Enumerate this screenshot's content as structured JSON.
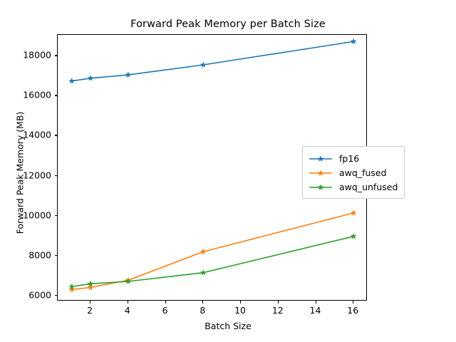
{
  "chart_data": {
    "type": "line",
    "title": "Forward Peak Memory per Batch Size",
    "xlabel": "Batch Size",
    "ylabel": "Forward Peak Memory (MB)",
    "x": [
      1,
      2,
      4,
      8,
      16
    ],
    "xlim": [
      0.25,
      16.75
    ],
    "ylim": [
      5700,
      19050
    ],
    "xticks": [
      2,
      4,
      6,
      8,
      10,
      12,
      14,
      16
    ],
    "xtick_labels": [
      "2",
      "4",
      "6",
      "8",
      "10",
      "12",
      "14",
      "16"
    ],
    "yticks": [
      6000,
      8000,
      10000,
      12000,
      14000,
      16000,
      18000
    ],
    "ytick_labels": [
      "6000",
      "8000",
      "10000",
      "12000",
      "14000",
      "16000",
      "18000"
    ],
    "grid": false,
    "legend_position": "center right",
    "marker": "star",
    "series": [
      {
        "name": "fp16",
        "color": "#1f77b4",
        "values": [
          16740,
          16880,
          17050,
          17550,
          18720
        ]
      },
      {
        "name": "awq_fused",
        "color": "#ff7f0e",
        "values": [
          6290,
          6400,
          6760,
          8190,
          10130
        ]
      },
      {
        "name": "awq_unfused",
        "color": "#2ca02c",
        "values": [
          6440,
          6580,
          6700,
          7140,
          8960
        ]
      }
    ]
  }
}
